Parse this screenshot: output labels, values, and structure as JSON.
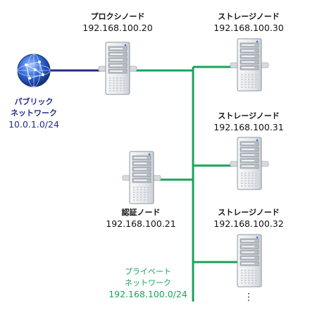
{
  "colors": {
    "public_link": "#1f2d8a",
    "private_network": "#1aa35a",
    "server_body": "#e9ecef",
    "server_shadow": "#b8bec5",
    "globe": "#2f66d6"
  },
  "public_network": {
    "icon": "globe-icon",
    "line1": "パブリック",
    "line2": "ネットワーク",
    "addr": "10.0.1.0/24"
  },
  "proxy": {
    "icon": "server-icon",
    "title": "プロクシノード",
    "addr": "192.168.100.20"
  },
  "auth": {
    "icon": "server-icon",
    "title": "認証ノード",
    "addr": "192.168.100.21"
  },
  "storage": [
    {
      "icon": "server-icon",
      "title": "ストレージノード",
      "addr": "192.168.100.30"
    },
    {
      "icon": "server-icon",
      "title": "ストレージノード",
      "addr": "192.168.100.31"
    },
    {
      "icon": "server-icon",
      "title": "ストレージノード",
      "addr": "192.168.100.32"
    }
  ],
  "private_network": {
    "line1": "プライベート",
    "line2": "ネットワーク",
    "addr": "192.168.100.0/24"
  },
  "continuation": "⋮"
}
